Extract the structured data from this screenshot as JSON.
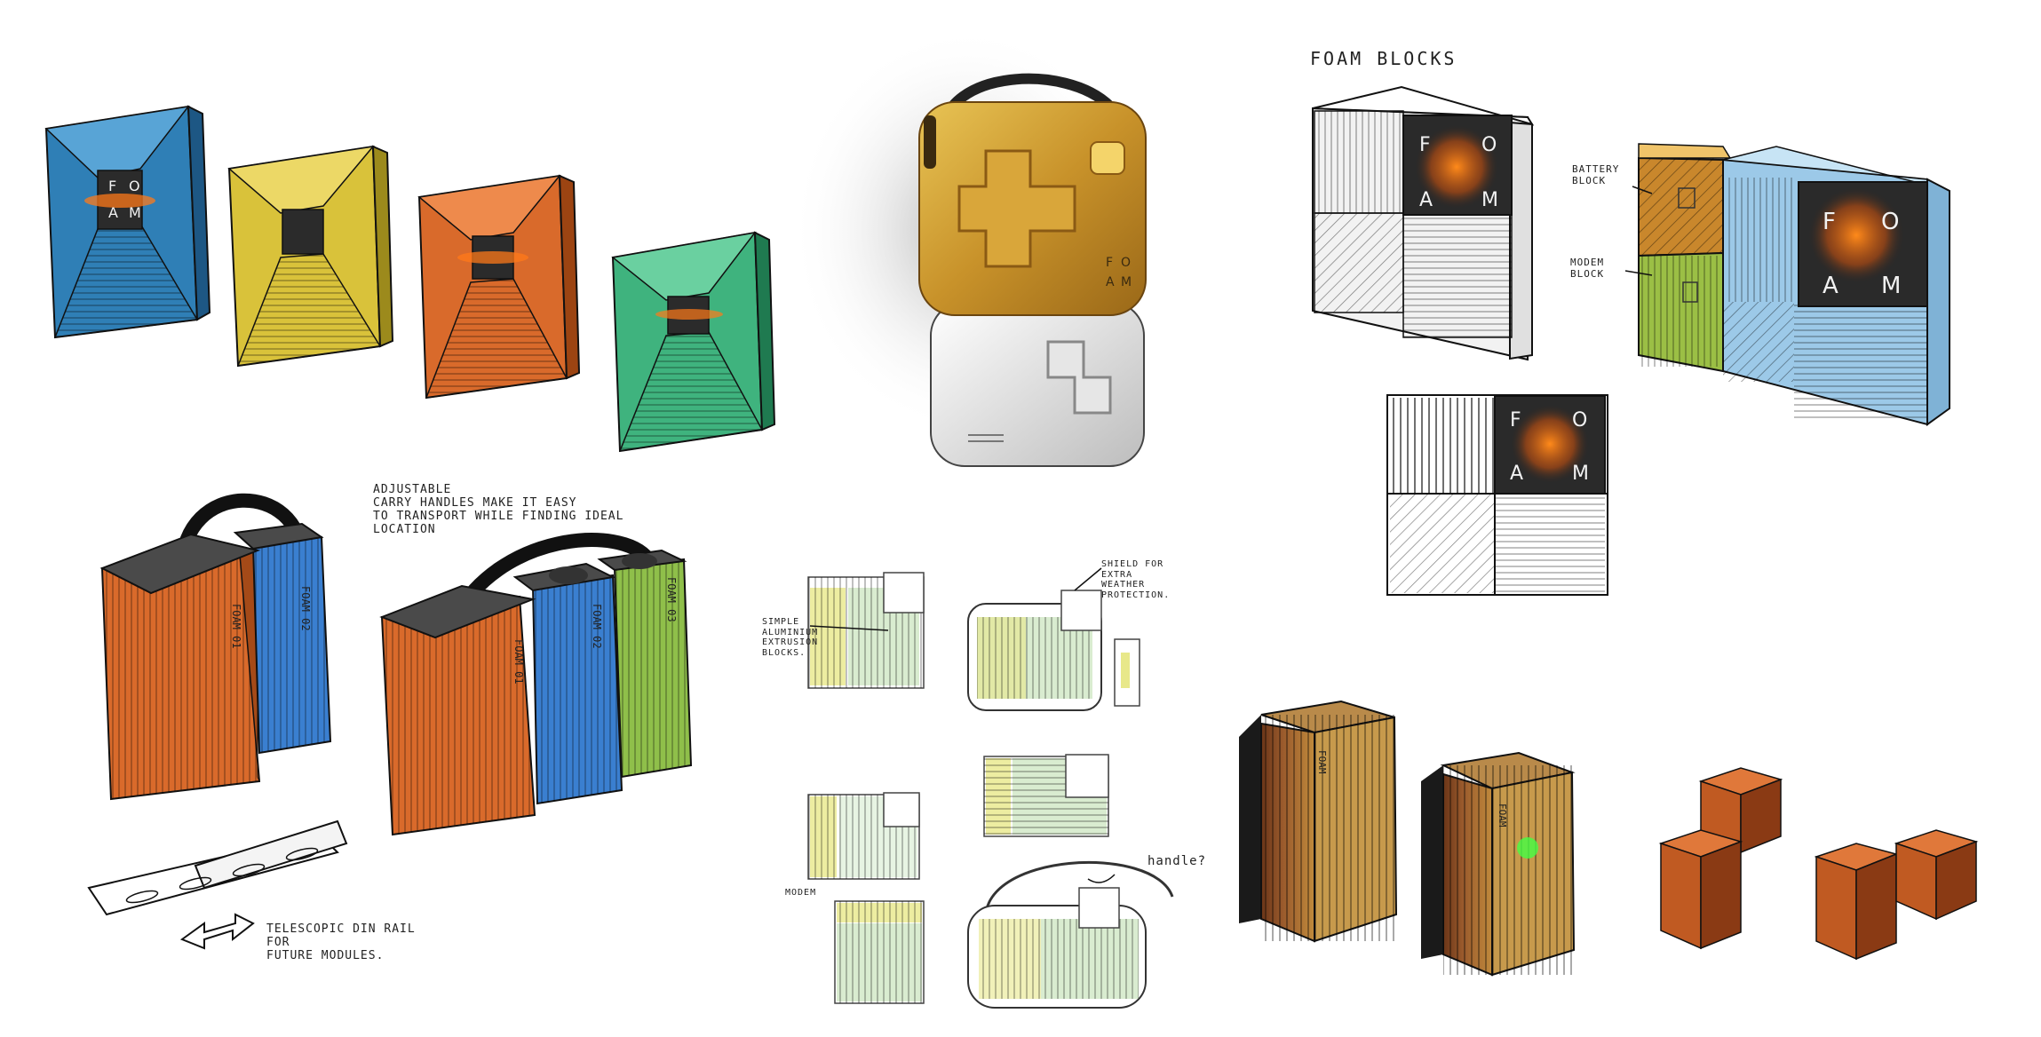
{
  "logo": {
    "letters": [
      "F",
      "O",
      "A",
      "M"
    ]
  },
  "notes": {
    "foam_blocks_title": "FOAM BLOCKS",
    "battery_block": "BATTERY BLOCK",
    "modem_block": "MODEM BLOCK",
    "handles": "ADJUSTABLE\nCARRY HANDLES MAKE IT EASY\nTO TRANSPORT WHILE FINDING IDEAL\nLOCATION",
    "din_rail": "TELESCOPIC DIN RAIL FOR\nFUTURE MODULES.",
    "shield": "SHIELD FOR EXTRA\nWEATHER PROTECTION.",
    "aluminium": "SIMPLE\nALUMINIUM\nEXTRUSION\nBLOCKS.",
    "modem_small": "MODEM",
    "handle_q": "handle?"
  },
  "labels": {
    "foam_01": "FOAM 01",
    "foam_02": "FOAM 02",
    "foam_03": "FOAM 03",
    "foam_wood": "FOAM"
  },
  "colors": {
    "blue": "#2f7fb6",
    "yellow": "#d9c23a",
    "orange": "#d96a2b",
    "green": "#3fb37e",
    "gold": "#c99a2a",
    "light_blue": "#9cc9e8",
    "lime": "#9bbf45",
    "wood": "#8a4a24",
    "glow": "#ff7a1a",
    "led_green": "#44ff44"
  }
}
